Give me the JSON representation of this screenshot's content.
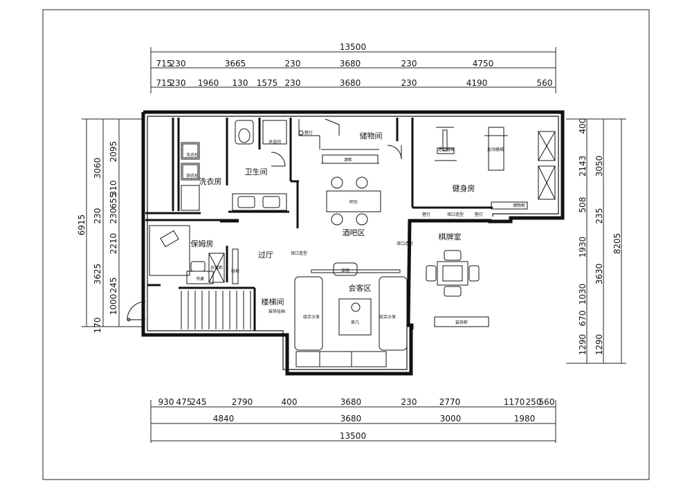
{
  "dimensions": {
    "top_total": "13500",
    "top_row1": [
      "715",
      "230",
      "3665",
      "230",
      "3680",
      "230",
      "4750"
    ],
    "top_row2": [
      "715",
      "230",
      "1960",
      "130",
      "1575",
      "230",
      "3680",
      "230",
      "4190",
      "560"
    ],
    "bottom_row1": [
      "930",
      "475",
      "245",
      "2790",
      "400",
      "3680",
      "230",
      "2770",
      "1170",
      "250",
      "560"
    ],
    "bottom_row2": [
      "4840",
      "3680",
      "3000",
      "1980"
    ],
    "bottom_total": "13500",
    "left_outer": [
      "3060",
      "230",
      "3625",
      "170"
    ],
    "left_total": "6915",
    "left_inner": [
      "2095",
      "310",
      "655",
      "230",
      "2210",
      "245",
      "1000"
    ],
    "right_inner": [
      "400",
      "2143",
      "508",
      "1930",
      "1030",
      "670",
      "1290"
    ],
    "right_outer": [
      "3050",
      "235",
      "3630",
      "1290"
    ],
    "right_total": "8205"
  },
  "rooms": {
    "storage": "储物间",
    "gym": "健身房",
    "laundry": "洗衣房",
    "bathroom": "卫生间",
    "shower": "沐浴间",
    "wine_cabinet": "酒柜",
    "bar_counter": "吧台",
    "bar_area": "酒吧区",
    "nanny_room": "保姆房",
    "hallway": "过厅",
    "chess_room": "棋牌室",
    "meeting_area": "会客区",
    "stair_room": "楼梯间",
    "tea_table": "茶几",
    "desk": "书桌",
    "wardrobe": "衣帽柜",
    "shoe_cabinet": "鞋柜",
    "washer": "洗衣机",
    "dryer": "烘衣机",
    "wall_lamp": "壁灯",
    "sports_equipment": "运动器械",
    "doorway_shape": "垭口造型",
    "storage_cabinet": "储物柜",
    "deco_cabinet": "装饰柜",
    "deco_painting": "装饰挂画",
    "sofa": "组合沙发",
    "side_stool": "单椅"
  }
}
